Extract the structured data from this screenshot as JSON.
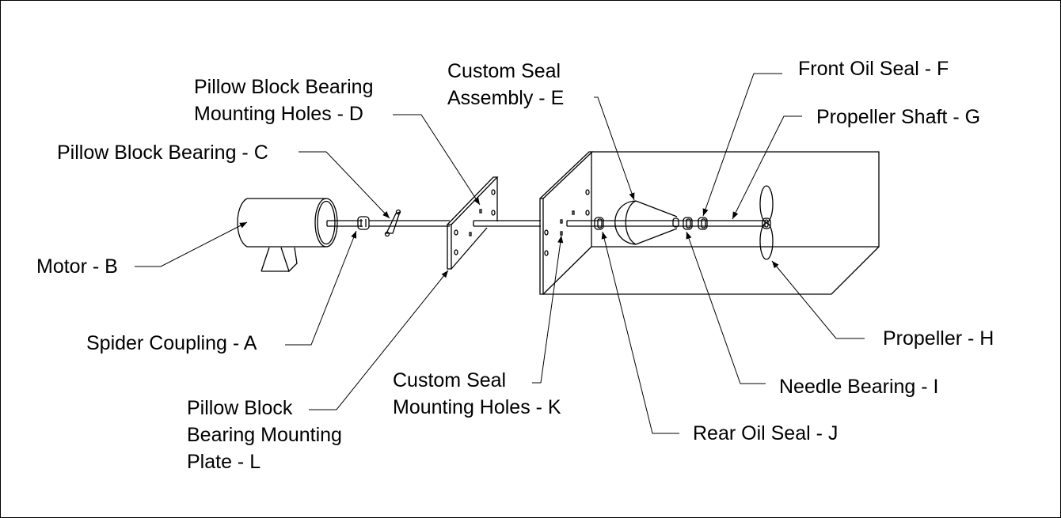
{
  "diagram": {
    "title": "Motor-to-propeller shaft assembly (exploded isometric callout diagram)",
    "colors": {
      "line": "#000000",
      "background": "#ffffff"
    },
    "labels": {
      "A": {
        "lines": [
          "Spider Coupling - A"
        ],
        "part": "Spider Coupling"
      },
      "B": {
        "lines": [
          "Motor - B"
        ],
        "part": "Motor"
      },
      "C": {
        "lines": [
          "Pillow Block Bearing - C"
        ],
        "part": "Pillow Block Bearing"
      },
      "D": {
        "lines": [
          "Pillow Block Bearing",
          "Mounting Holes - D"
        ],
        "part": "Pillow Block Bearing Mounting Holes"
      },
      "E": {
        "lines": [
          "Custom Seal",
          "Assembly - E"
        ],
        "part": "Custom Seal Assembly"
      },
      "F": {
        "lines": [
          "Front Oil Seal - F"
        ],
        "part": "Front Oil Seal"
      },
      "G": {
        "lines": [
          "Propeller Shaft - G"
        ],
        "part": "Propeller Shaft"
      },
      "H": {
        "lines": [
          "Propeller - H"
        ],
        "part": "Propeller"
      },
      "I": {
        "lines": [
          "Needle Bearing - I"
        ],
        "part": "Needle Bearing"
      },
      "J": {
        "lines": [
          "Rear Oil Seal - J"
        ],
        "part": "Rear Oil Seal"
      },
      "K": {
        "lines": [
          "Custom Seal",
          "Mounting Holes - K"
        ],
        "part": "Custom Seal Mounting Holes"
      },
      "L": {
        "lines": [
          "Pillow Block",
          "Bearing Mounting",
          "Plate - L"
        ],
        "part": "Pillow Block Bearing Mounting Plate"
      }
    }
  }
}
